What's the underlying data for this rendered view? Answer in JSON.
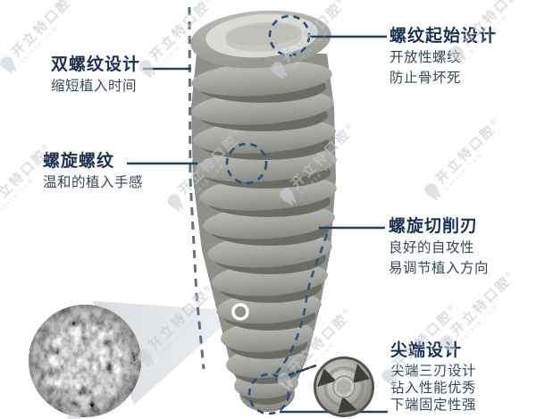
{
  "watermark": {
    "logo": "tooth-icon",
    "brand": "开立特口腔",
    "reg": "®",
    "domain": "kelete.com"
  },
  "annotations": {
    "left": [
      {
        "title": "双螺纹设计",
        "lines": [
          "缩短植入时间"
        ]
      },
      {
        "title": "螺旋螺纹",
        "lines": [
          "温和的植入手感"
        ]
      }
    ],
    "right": [
      {
        "title": "螺纹起始设计",
        "lines": [
          "开放性螺纹",
          "防止骨坏死"
        ]
      },
      {
        "title": "螺旋切削刃",
        "lines": [
          "良好的自攻性",
          "易调节植入方向"
        ]
      },
      {
        "title": "尖端设计",
        "lines": [
          "尖端三刃设计",
          "钻入性能优秀",
          "下端固定性强"
        ]
      }
    ]
  },
  "figure": {
    "subject": "dental-implant-screw",
    "callout_circles": [
      "thread-start-highlight",
      "spiral-thread-highlight",
      "tip-highlight"
    ],
    "insets": [
      "surface-texture-magnifier",
      "tip-bottom-view"
    ]
  },
  "colors": {
    "accent_navy": "#1c3150",
    "leader_line": "#24415e",
    "dashed_blue": "#2d4e78",
    "axis_dash_gray_blue": "#5d7189",
    "implant_gray": "#9b9c96",
    "watermark_gray": "#c6ccd2",
    "background": "#ffffff"
  }
}
